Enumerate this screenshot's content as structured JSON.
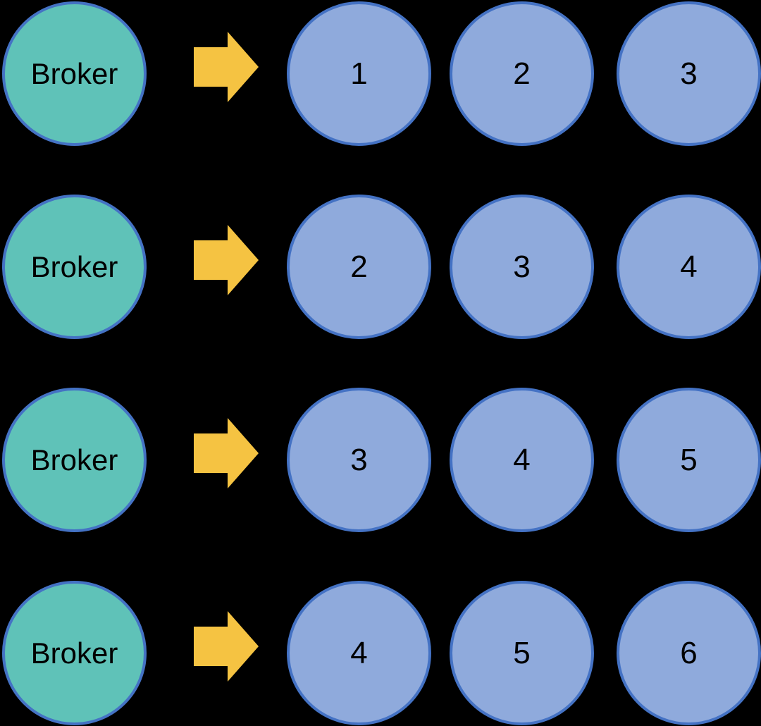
{
  "diagram": {
    "description": "Broker to numbered-node mapping diagram, four rows",
    "colors": {
      "background": "#000000",
      "broker_fill": "#5FC2B8",
      "circle_fill": "#8FAADC",
      "circle_border": "#4472C4",
      "arrow_fill": "#F5C342",
      "text": "#000000"
    },
    "icons": {
      "arrow": "right-block-arrow"
    },
    "rows": [
      {
        "source": "Broker",
        "targets": [
          "1",
          "2",
          "3"
        ]
      },
      {
        "source": "Broker",
        "targets": [
          "2",
          "3",
          "4"
        ]
      },
      {
        "source": "Broker",
        "targets": [
          "3",
          "4",
          "5"
        ]
      },
      {
        "source": "Broker",
        "targets": [
          "4",
          "5",
          "6"
        ]
      }
    ]
  }
}
